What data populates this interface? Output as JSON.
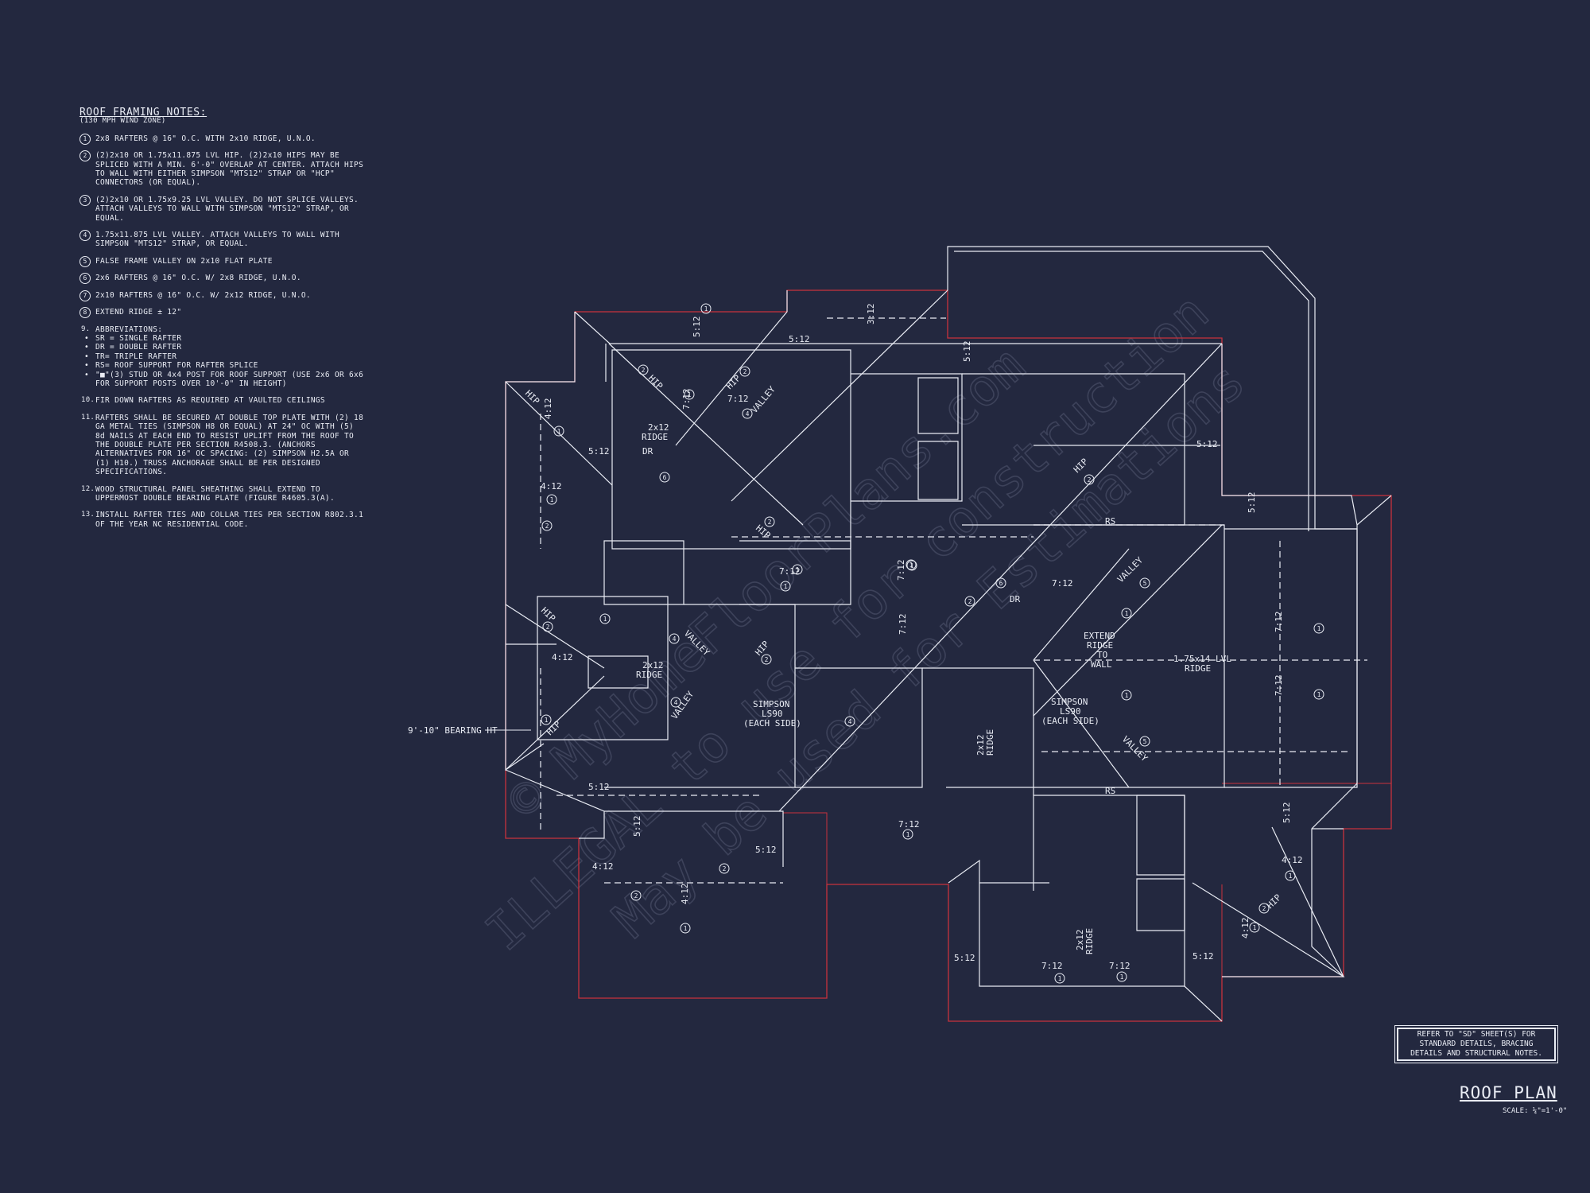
{
  "notes": {
    "title": "ROOF FRAMING NOTES:",
    "subtitle": "(130 MPH WIND ZONE)",
    "items": [
      {
        "num": "1",
        "text": "2x8 RAFTERS @ 16\" O.C. WITH 2x10 RIDGE, U.N.O."
      },
      {
        "num": "2",
        "text": "(2)2x10 OR 1.75x11.875 LVL HIP. (2)2x10 HIPS MAY BE SPLICED WITH A MIN. 6'-0\" OVERLAP AT CENTER. ATTACH HIPS TO WALL WITH EITHER SIMPSON \"MTS12\" STRAP OR \"HCP\" CONNECTORS (OR EQUAL)."
      },
      {
        "num": "3",
        "text": "(2)2x10 OR 1.75x9.25 LVL VALLEY. DO NOT SPLICE VALLEYS. ATTACH VALLEYS TO WALL WITH SIMPSON \"MTS12\" STRAP, OR EQUAL."
      },
      {
        "num": "4",
        "text": "1.75x11.875 LVL VALLEY. ATTACH VALLEYS TO WALL WITH SIMPSON \"MTS12\" STRAP, OR EQUAL."
      },
      {
        "num": "5",
        "text": "FALSE FRAME VALLEY ON 2x10 FLAT PLATE"
      },
      {
        "num": "6",
        "text": "2x6 RAFTERS @ 16\" O.C. W/ 2x8 RIDGE, U.N.O."
      },
      {
        "num": "7",
        "text": "2x10 RAFTERS @ 16\" O.C. W/ 2x12 RIDGE, U.N.O."
      },
      {
        "num": "8",
        "text": "EXTEND RIDGE ± 12\""
      }
    ],
    "abbr_num": "9.",
    "abbr_title": "ABBREVIATIONS:",
    "abbr": [
      "SR = SINGLE RAFTER",
      "DR = DOUBLE RAFTER",
      "TR= TRIPLE RAFTER",
      "RS= ROOF SUPPORT FOR RAFTER SPLICE",
      "\"■\"(3) STUD OR 4x4 POST FOR ROOF SUPPORT (USE 2x6 OR 6x6 FOR SUPPORT POSTS OVER 10'-0\" IN HEIGHT)"
    ],
    "more": [
      {
        "num": "10.",
        "text": "FIR DOWN RAFTERS AS REQUIRED AT VAULTED CEILINGS"
      },
      {
        "num": "11.",
        "text": "RAFTERS SHALL BE SECURED AT DOUBLE TOP PLATE WITH (2) 18 GA METAL TIES (SIMPSON H8 OR EQUAL) AT 24\" OC WITH (5) 8d NAILS AT EACH END TO RESIST UPLIFT FROM THE ROOF TO THE DOUBLE PLATE PER SECTION R4508.3. (ANCHORS ALTERNATIVES FOR 16\" OC SPACING: (2) SIMPSON H2.5A OR (1) H10.) TRUSS ANCHORAGE SHALL BE PER DESIGNED SPECIFICATIONS."
      },
      {
        "num": "12.",
        "text": "WOOD STRUCTURAL PANEL SHEATHING SHALL EXTEND TO UPPERMOST DOUBLE BEARING PLATE (FIGURE R4605.3(A)."
      },
      {
        "num": "13.",
        "text": "INSTALL RAFTER TIES AND COLLAR TIES PER SECTION R802.3.1 OF THE YEAR NC RESIDENTIAL CODE."
      }
    ]
  },
  "watermark": {
    "line1": "© MyHomeFloorPlans.com",
    "line2": "ILLEGAL to use for construction",
    "line3": "May be used for Estimations"
  },
  "plan_labels": {
    "pitch_5_12": "5:12",
    "pitch_7_12": "7:12",
    "pitch_4_12": "4:12",
    "pitch_3_12": "3:12",
    "hip": "HIP",
    "valley": "VALLEY",
    "rs": "RS",
    "dr": "DR",
    "ridge_2x12": "2x12",
    "ridge": "RIDGE",
    "extend1": "EXTEND",
    "extend2": "RIDGE",
    "extend3": "TO",
    "extend4": "WALL",
    "simpson1": "SIMPSON",
    "simpson2": "LS90",
    "simpson3": "(EACH SIDE)",
    "lvl1": "1.75x14 LVL",
    "lvl2": "RIDGE",
    "bearing": "9'-10\" BEARING HT"
  },
  "reference_note": "REFER TO \"SD\" SHEET(S) FOR STANDARD DETAILS, BRACING DETAILS AND STRUCTURAL NOTES.",
  "title": "ROOF PLAN",
  "scale": "SCALE: ¼\"=1'-0\"",
  "colors": {
    "background": "#23283f",
    "linework": "#e9ecf4",
    "roof_outline": "#c8323c"
  }
}
